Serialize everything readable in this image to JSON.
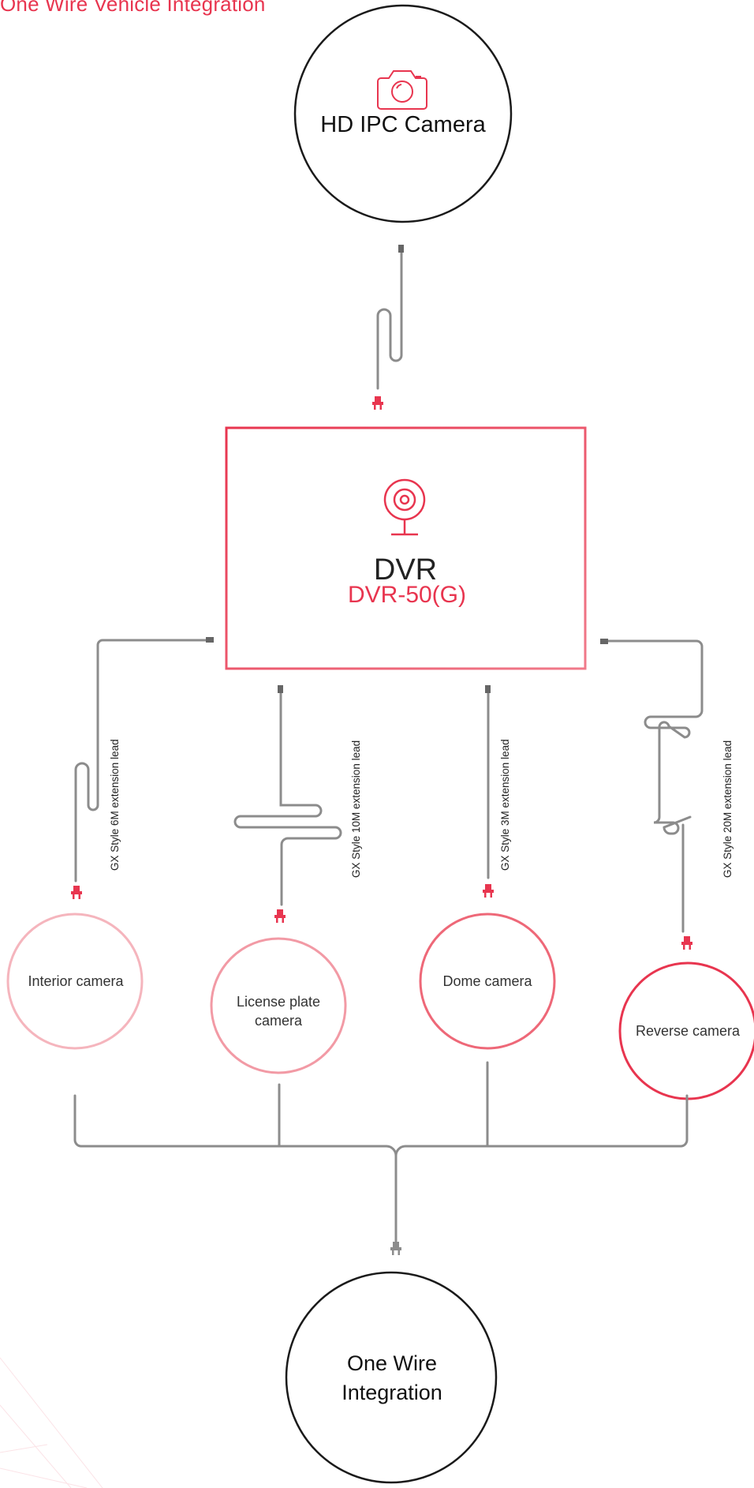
{
  "title": "One Wire Vehicle Integration",
  "colors": {
    "accent": "#e8354f",
    "cable": "#8c8c8c",
    "interior": "#f5b5bd",
    "license": "#f29aa5",
    "dome": "#ee6878",
    "reverse": "#e8354f"
  },
  "hd_camera": {
    "label": "HD IPC Camera",
    "icon": "camera-icon"
  },
  "dvr": {
    "label": "DVR",
    "model": "DVR-50(G)",
    "icon": "webcam-icon"
  },
  "cameras": [
    {
      "label": "Interior camera",
      "lead": "GX Style 6M extension lead"
    },
    {
      "label_line1": "License plate",
      "label_line2": "camera",
      "lead": "GX Style 10M extension lead"
    },
    {
      "label": "Dome camera",
      "lead": "GX Style 3M extension lead"
    },
    {
      "label": "Reverse camera",
      "lead": "GX Style 20M extension lead"
    }
  ],
  "integration": {
    "line1": "One Wire",
    "line2": "Integration"
  }
}
